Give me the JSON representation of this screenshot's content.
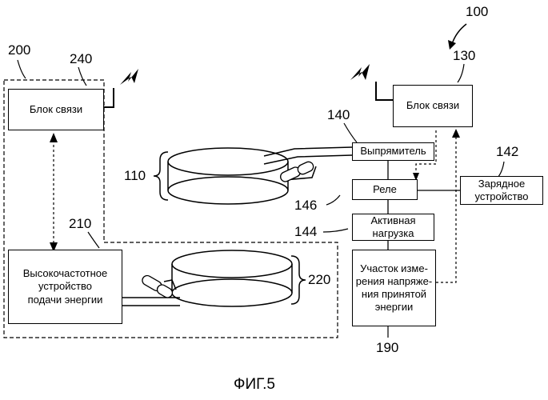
{
  "colors": {
    "line": "#000000",
    "background": "#ffffff"
  },
  "labels": {
    "sys": "100",
    "tx": "200",
    "tx_comm": "240",
    "rx_comm": "130",
    "rectifier": "140",
    "charger": "142",
    "relay": "146",
    "load": "144",
    "coil_rx": "110",
    "coil_tx": "220",
    "hf": "210",
    "meas": "190"
  },
  "blocks": {
    "tx_comm": "Блок связи",
    "rx_comm": "Блок связи",
    "rectifier": "Выпрямитель",
    "relay": "Реле",
    "charger": [
      "Зарядное",
      "устройство"
    ],
    "load": [
      "Активная",
      "нагрузка"
    ],
    "hf": [
      "Высокочастотное",
      "устройство",
      "подачи энергии"
    ],
    "meas": [
      "Участок изме-",
      "рения напряже-",
      "ния принятой",
      "энергии"
    ]
  },
  "caption": "ФИГ.5",
  "icons": [
    "lightning-icon",
    "antenna-icon",
    "coil-icon",
    "capacitor-icon"
  ]
}
